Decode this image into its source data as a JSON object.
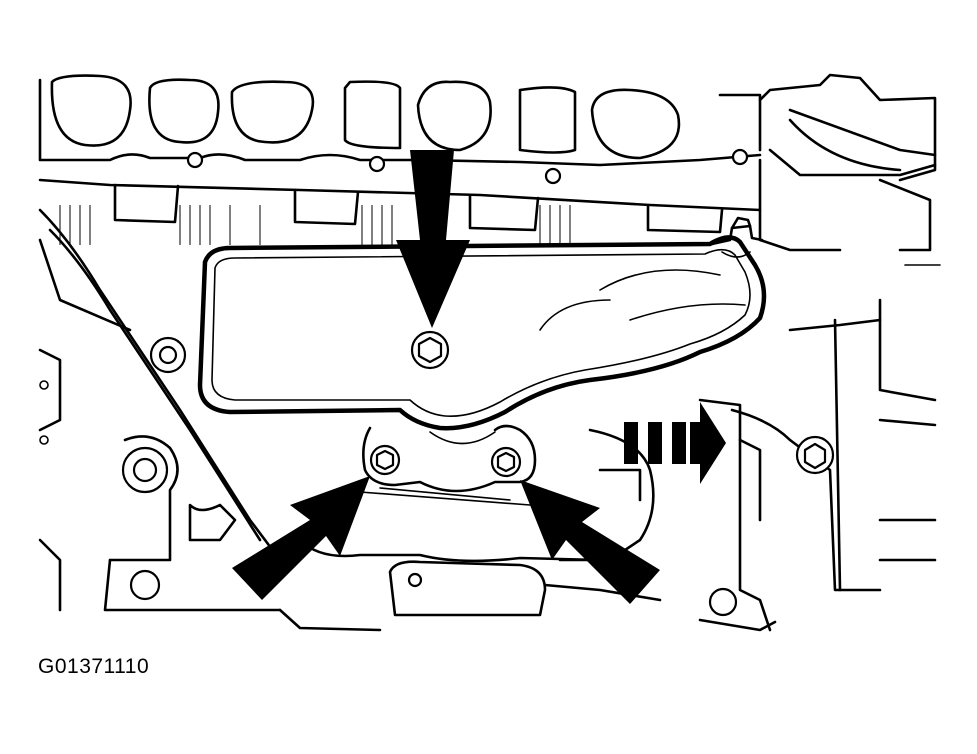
{
  "figure": {
    "code": "G01371110",
    "subject": "exhaust-manifold-heat-shield",
    "callouts": {
      "solid_arrows": 3,
      "dashed_arrows": 1
    }
  }
}
